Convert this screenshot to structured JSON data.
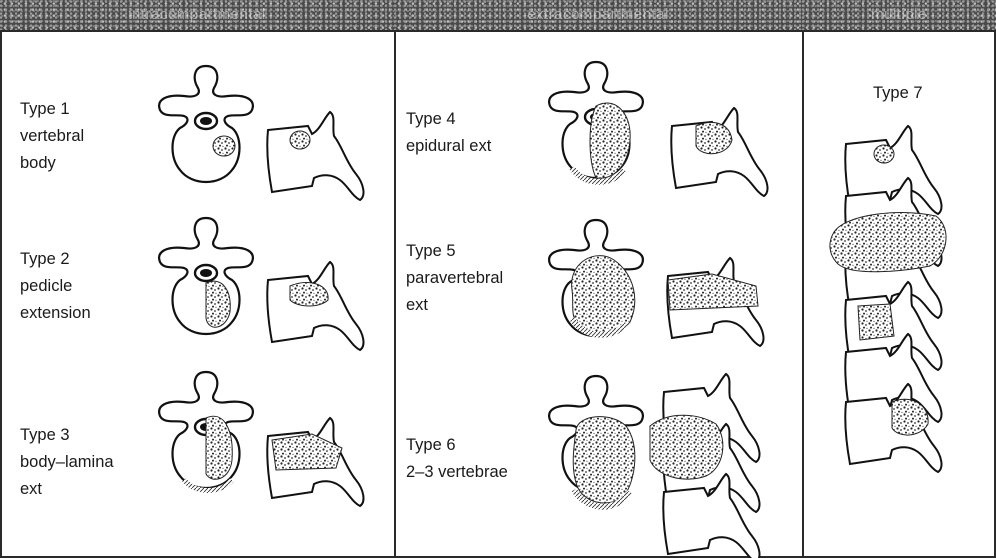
{
  "headers": [
    {
      "text": "intracompartmental"
    },
    {
      "text": "extracompartmental"
    },
    {
      "text": "multiple"
    }
  ],
  "types": [
    {
      "lines": [
        "Type 1",
        "vertebral",
        "body"
      ]
    },
    {
      "lines": [
        "Type 2",
        "pedicle",
        "extension"
      ]
    },
    {
      "lines": [
        "Type 3",
        "body–lamina",
        "ext"
      ]
    },
    {
      "lines": [
        "Type 4",
        "epidural ext"
      ]
    },
    {
      "lines": [
        "Type 5",
        "paravertebral",
        "ext"
      ]
    },
    {
      "lines": [
        "Type 6",
        "2–3 vertebrae"
      ]
    },
    {
      "lines": [
        "Type 7"
      ]
    }
  ]
}
